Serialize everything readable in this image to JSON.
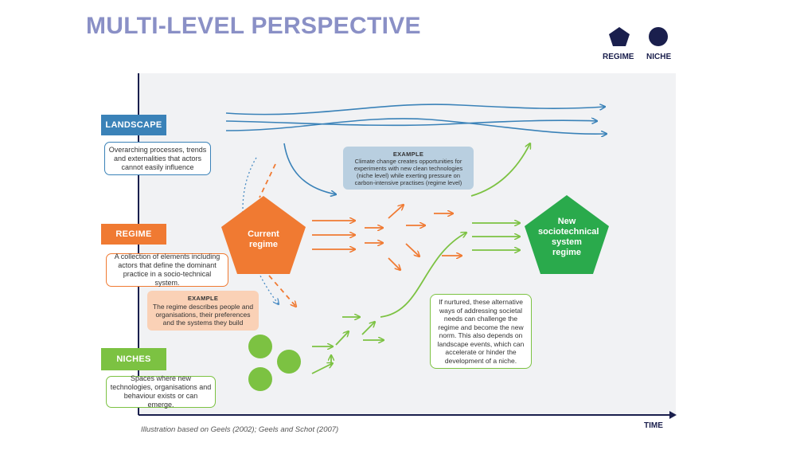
{
  "title": "MULTI-LEVEL PERSPECTIVE",
  "legend": {
    "regime": "REGIME",
    "niche": "NICHE"
  },
  "axis": {
    "time": "TIME"
  },
  "levels": {
    "landscape": {
      "label": "LANDSCAPE",
      "description": "Overarching processes, trends and externalities that actors cannot easily influence"
    },
    "regime": {
      "label": "REGIME",
      "description": "A collection of elements including actors that define the dominant practice in a socio-technical system."
    },
    "niches": {
      "label": "NICHES",
      "description": "Spaces where new technologies, organisations and behaviour exists or can emerge."
    }
  },
  "examples": {
    "climate": {
      "title": "EXAMPLE",
      "text": "Climate change creates opportunities for experiments with new clean technologies (niche level) while exerting pressure on carbon-intensive practises (regime level)"
    },
    "regime": {
      "title": "EXAMPLE",
      "text": "The regime describes people and organisations, their preferences and the systems they build"
    }
  },
  "shapes": {
    "current": "Current regime",
    "new": "New sociotechnical system regime"
  },
  "nurture_note": "If nurtured, these alternative ways of addressing societal needs can challenge the regime and become the new norm. This also depends on landscape events, which can accelerate or hinder the development of a niche.",
  "caption": "Illustration based on Geels (2002); Geels and Schot (2007)",
  "colors": {
    "title": "#8a90c6",
    "landscape": "#3a82b8",
    "regime": "#f07a32",
    "niche": "#7cc242",
    "new_regime": "#2aaa4c",
    "legend": "#1a1f4d",
    "climate_box": "#b9cfe0",
    "regime_example_box": "#fad1b6"
  }
}
